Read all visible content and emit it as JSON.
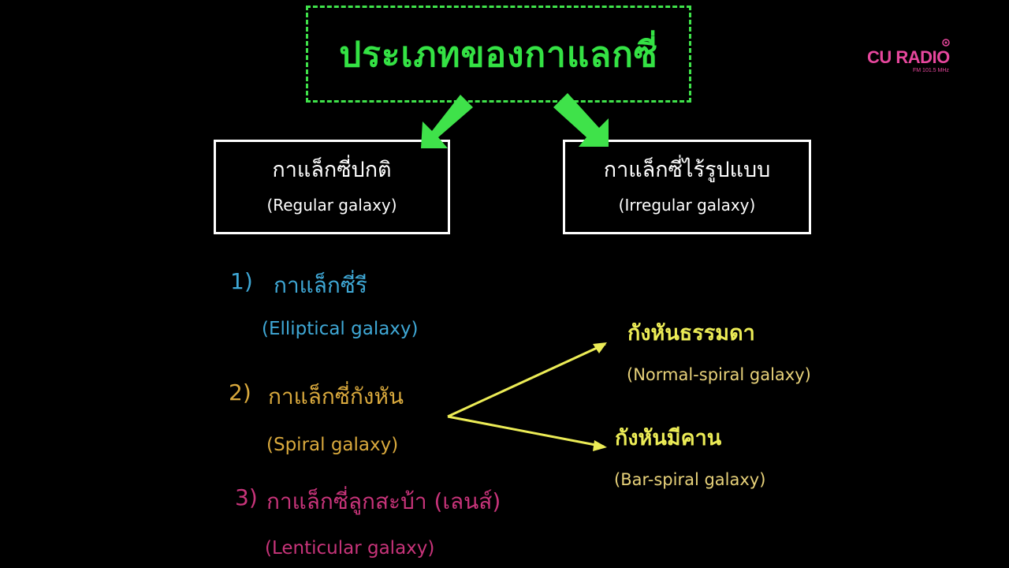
{
  "title": "ประเภทของกาแลกซี่",
  "logo": {
    "name": "CU RADIO",
    "sub": "FM 101.5 MHz"
  },
  "regular": {
    "thai": "กาแล็กซี่ปกติ",
    "english": "(Regular galaxy)"
  },
  "irregular": {
    "thai": "กาแล็กซี่ไร้รูปแบบ",
    "english": "(Irregular galaxy)"
  },
  "regular_types": [
    {
      "number": "1)",
      "thai": "กาแล็กซี่รี",
      "english": "(Elliptical galaxy)"
    },
    {
      "number": "2)",
      "thai": "กาแล็กซี่กังหัน",
      "english": "(Spiral galaxy)"
    },
    {
      "number": "3)",
      "thai": "กาแล็กซี่ลูกสะบ้า (เลนส์)",
      "english": "(Lenticular galaxy)"
    }
  ],
  "spiral_subtypes": [
    {
      "thai": "กังหันธรรมดา",
      "english": "(Normal-spiral galaxy)"
    },
    {
      "thai": "กังหันมีคาน",
      "english": "(Bar-spiral galaxy)"
    }
  ],
  "colors": {
    "title_green": "#34e244",
    "arrow_green": "#3fe24a",
    "box_white": "#ffffff",
    "elliptical_blue": "#3fa8d6",
    "spiral_orange": "#d9a93d",
    "lenticular_pink": "#c8347a",
    "subtype_yellow": "#ecec56",
    "logo_pink": "#e7479d"
  }
}
